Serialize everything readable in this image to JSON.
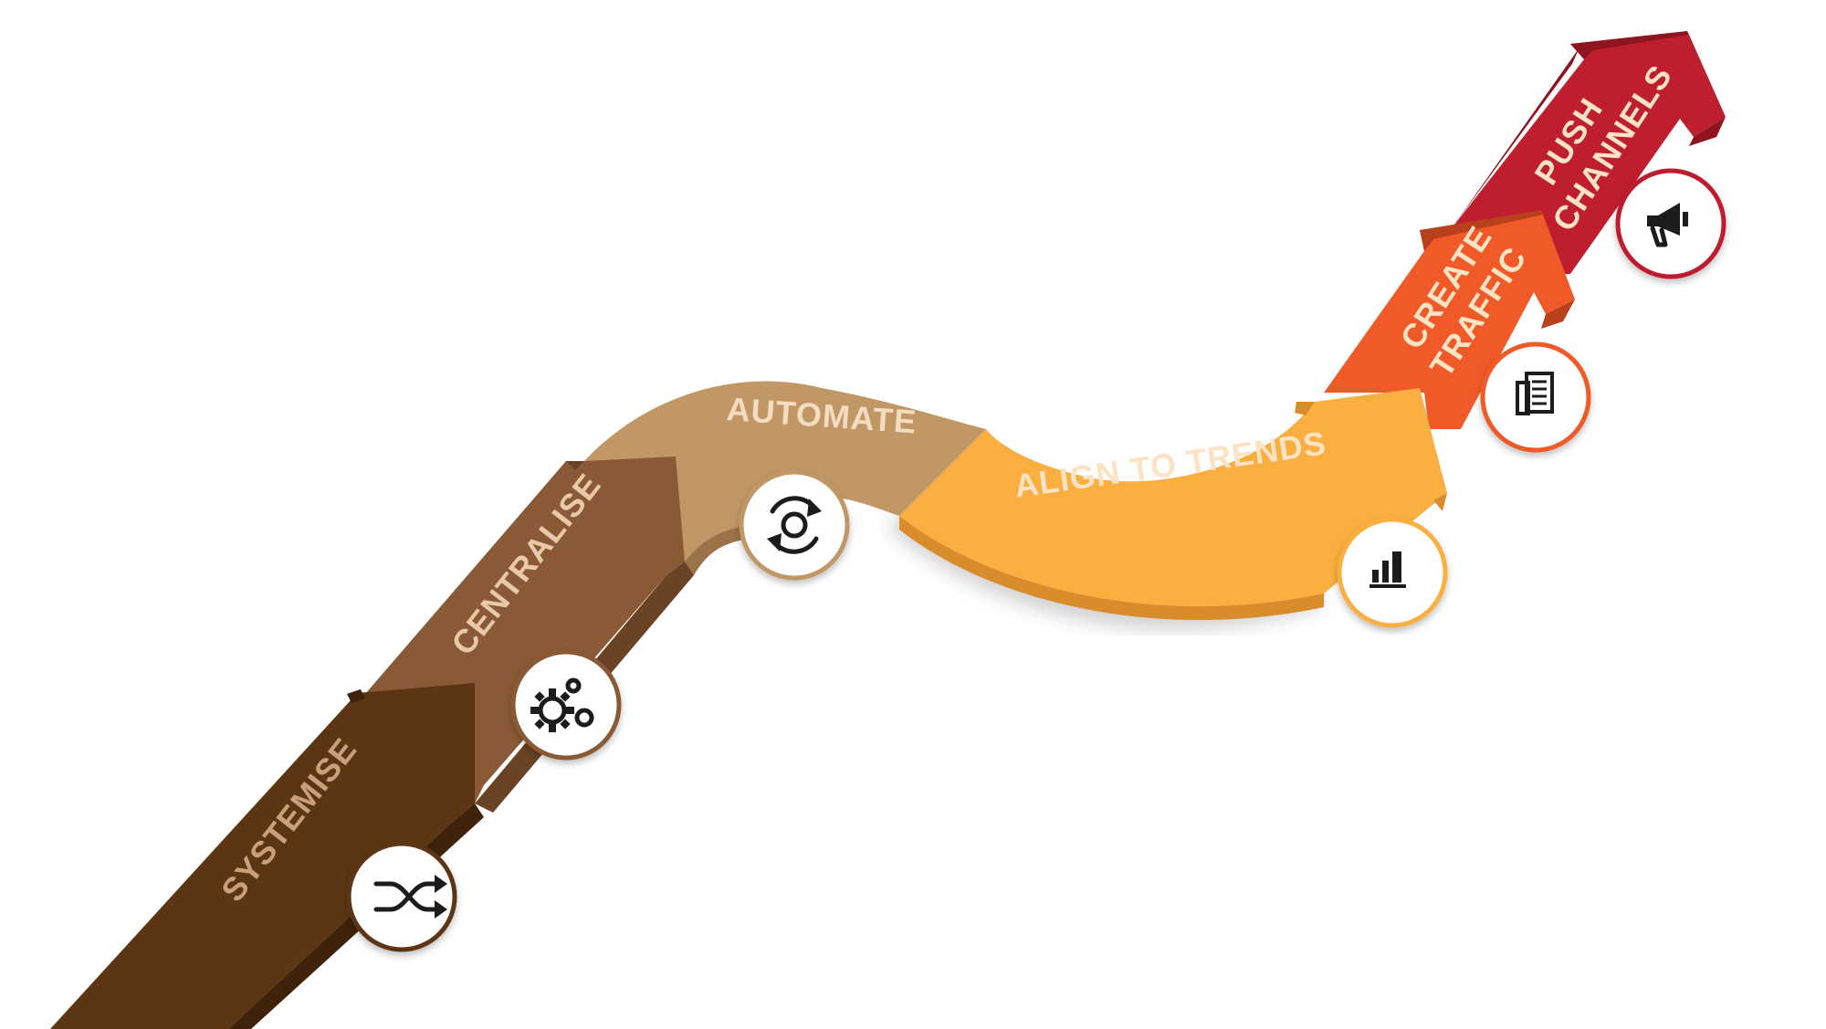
{
  "steps": [
    {
      "label": "SYSTEMISE",
      "icon": "shuffle-icon",
      "color": "#5C3612"
    },
    {
      "label": "CENTRALISE",
      "icon": "gears-icon",
      "color": "#8A5A36"
    },
    {
      "label": "AUTOMATE",
      "icon": "sync-gear-icon",
      "color": "#C29766"
    },
    {
      "label": "ALIGN TO TRENDS",
      "icon": "bar-chart-icon",
      "color": "#FAAF40"
    },
    {
      "label_line1": "CREATE",
      "label_line2": "TRAFFIC",
      "icon": "document-icon",
      "color": "#F05A28"
    },
    {
      "label_line1": "PUSH",
      "label_line2": "CHANNELS",
      "icon": "megaphone-icon",
      "color": "#BE1E2D"
    }
  ],
  "colors": {
    "label_text": "#E8C9A8",
    "label_text_light": "#FCE3C4",
    "icon_circle_fill": "#ffffff"
  }
}
